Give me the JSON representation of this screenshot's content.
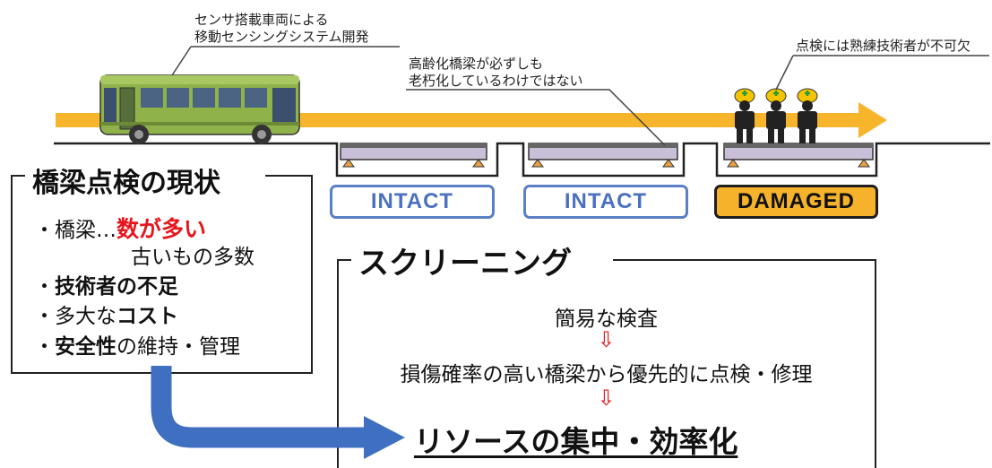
{
  "callouts": {
    "mobile_sensing": [
      "センサ搭載車両による",
      "移動センシングシステム開発"
    ],
    "aged_bridges": [
      "高齢化橋梁が必ずしも",
      "老朽化しているわけではない"
    ],
    "inspection": "点検には熟練技術者が不可欠"
  },
  "bridge_states": [
    "INTACT",
    "INTACT",
    "DAMAGED"
  ],
  "current_status": {
    "title": "橋梁点検の現状",
    "bullets": [
      {
        "prefix": "・橋梁…",
        "emphasis": "数が多い"
      },
      {
        "text": "古いもの多数"
      },
      {
        "prefix": "・",
        "emphasis": "技術者の不足"
      },
      {
        "prefix": "・多大な",
        "emphasis": "コスト"
      },
      {
        "prefix": "・",
        "emphasis": "安全性",
        "suffix": "の維持・管理"
      }
    ]
  },
  "screening": {
    "title": "スクリーニング",
    "steps": [
      "簡易な検査",
      "損傷確率の高い橋梁から優先的に点検・修理"
    ],
    "arrow_glyph": "⇩",
    "result": "リソースの集中・効率化"
  },
  "colors": {
    "timeline_arrow": "#f7b52c",
    "bus_body": "#8fb24a",
    "bridge_deck": "#c9bfd8",
    "intact_border": "#5a7fc4",
    "damaged_fill": "#f5b22a",
    "flow_arrow": "#3f6fc0",
    "emphasis_red": "#e4161c",
    "step_arrow": "#e4161c"
  }
}
